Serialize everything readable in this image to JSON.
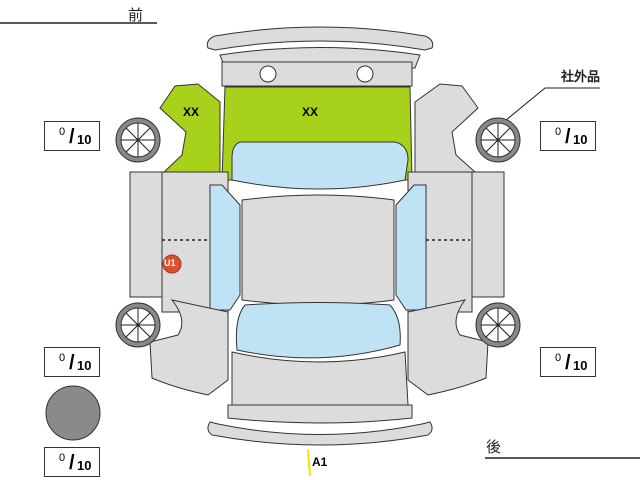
{
  "labels": {
    "front": "前",
    "rear": "後",
    "aftermarket": "社外品"
  },
  "tires": [
    {
      "position": "front-left",
      "value": "0",
      "max": "10"
    },
    {
      "position": "front-right",
      "value": "0",
      "max": "10"
    },
    {
      "position": "rear-left",
      "value": "0",
      "max": "10"
    },
    {
      "position": "rear-right",
      "value": "0",
      "max": "10"
    },
    {
      "position": "spare",
      "value": "0",
      "max": "10"
    }
  ],
  "separator": "/",
  "marks": {
    "fender": "XX",
    "hood": "XX",
    "door": "U1",
    "bumper": "A1"
  },
  "colors": {
    "body": "#dcdcdc",
    "glass": "#bfe3f5",
    "damaged": "#a8d11c",
    "dent": "#d9502c",
    "scratch": "#f2e400",
    "spare": "#8a8a8a"
  }
}
